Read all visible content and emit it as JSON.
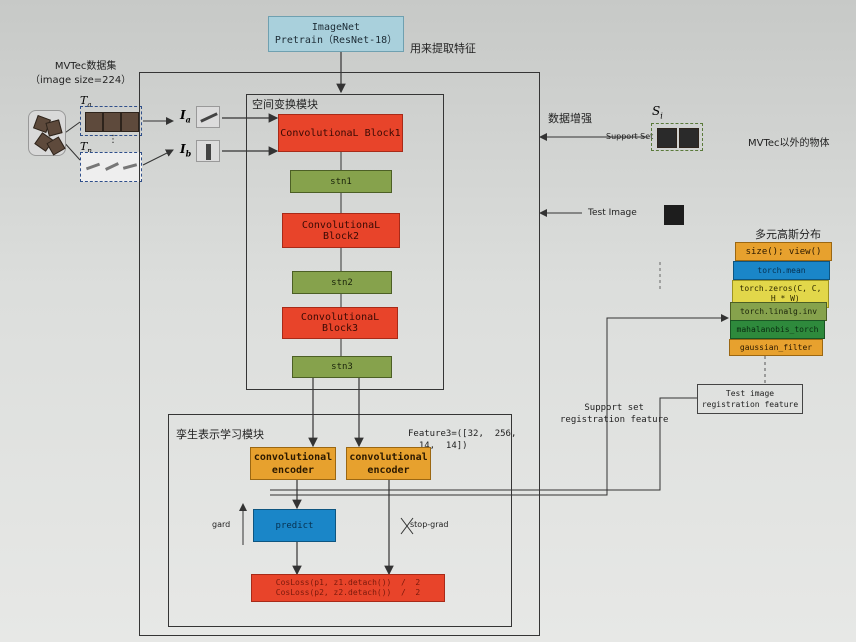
{
  "imagenet": {
    "line1": "ImageNet",
    "line2": "Pretrain（ResNet-18）"
  },
  "usage_note": "用来提取特征",
  "dataset": {
    "line1": "MVTec数据集",
    "line2": "（image size=224）"
  },
  "stn_module_title": "空间变换模块",
  "conv_blocks": [
    "ConvolutionaL  Block1",
    "ConvolutionaL  Block2",
    "ConvolutionaL  Block3"
  ],
  "stn_blocks": [
    "stn1",
    "stn2",
    "stn3"
  ],
  "siamese_title": "孪生表示学习模块",
  "feature3": "Feature3=([32,  256,\n  14,  14])",
  "encoders": [
    "convolutional\nencoder",
    "convolutional\nencoder"
  ],
  "predict": "predict",
  "loss": "CosLoss(p1, z1.detach())  /  2\nCosLoss(p2, z2.detach())  /  2",
  "gard": "gard",
  "stop_grad": "stop-grad",
  "data_aug": "数据增强",
  "support_set": "Support Set",
  "test_image": "Test Image",
  "outside_objects": "MVTec以外的物体",
  "gaussian_title": "多元高斯分布",
  "gaussian_steps": [
    "size(); view()",
    "torch.mean",
    "torch.zeros(C, C,\n  H * W)",
    "torch.linalg.inv",
    "mahalanobis_torch",
    "gaussian_filter"
  ],
  "support_feature": "Support set\nregistration feature",
  "test_feature": "Test image\nregistration feature",
  "symbols": {
    "ia": "I",
    "ia_sub": "a",
    "ib": "I",
    "ib_sub": "b",
    "ta": "T",
    "ta_sub": "a",
    "tn": "T",
    "tn_sub": "n",
    "si": "S",
    "si_sub": "i",
    "dots": "⋮"
  }
}
